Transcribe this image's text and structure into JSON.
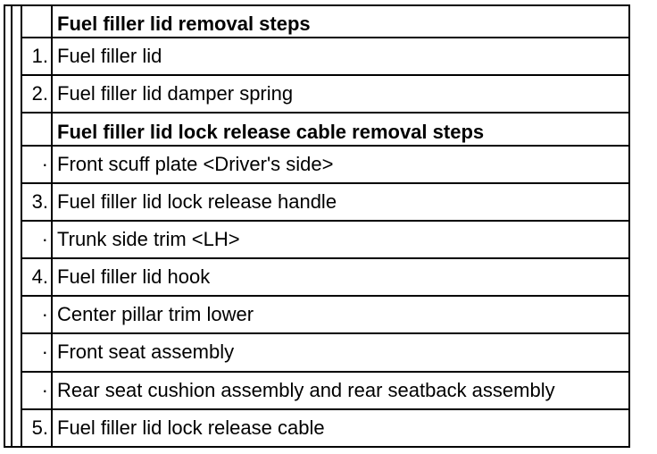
{
  "rows": [
    {
      "num": "",
      "text": "Fuel filler lid removal steps",
      "heading": true
    },
    {
      "num": "1.",
      "text": "Fuel filler lid",
      "heading": false
    },
    {
      "num": "2.",
      "text": "Fuel filler lid damper spring",
      "heading": false
    },
    {
      "num": "",
      "text": "Fuel filler lid lock release cable removal steps",
      "heading": true
    },
    {
      "num": "·",
      "text": "Front scuff plate <Driver's side>",
      "heading": false
    },
    {
      "num": "3.",
      "text": "Fuel filler lid lock release handle",
      "heading": false
    },
    {
      "num": "·",
      "text": "Trunk side trim <LH>",
      "heading": false
    },
    {
      "num": "4.",
      "text": "Fuel filler lid hook",
      "heading": false
    },
    {
      "num": "·",
      "text": "Center pillar trim lower",
      "heading": false
    },
    {
      "num": "·",
      "text": "Front seat assembly",
      "heading": false
    },
    {
      "num": "·",
      "text": "Rear seat cushion assembly and rear seatback assembly",
      "heading": false
    },
    {
      "num": "5.",
      "text": "Fuel filler lid lock release cable",
      "heading": false
    }
  ]
}
